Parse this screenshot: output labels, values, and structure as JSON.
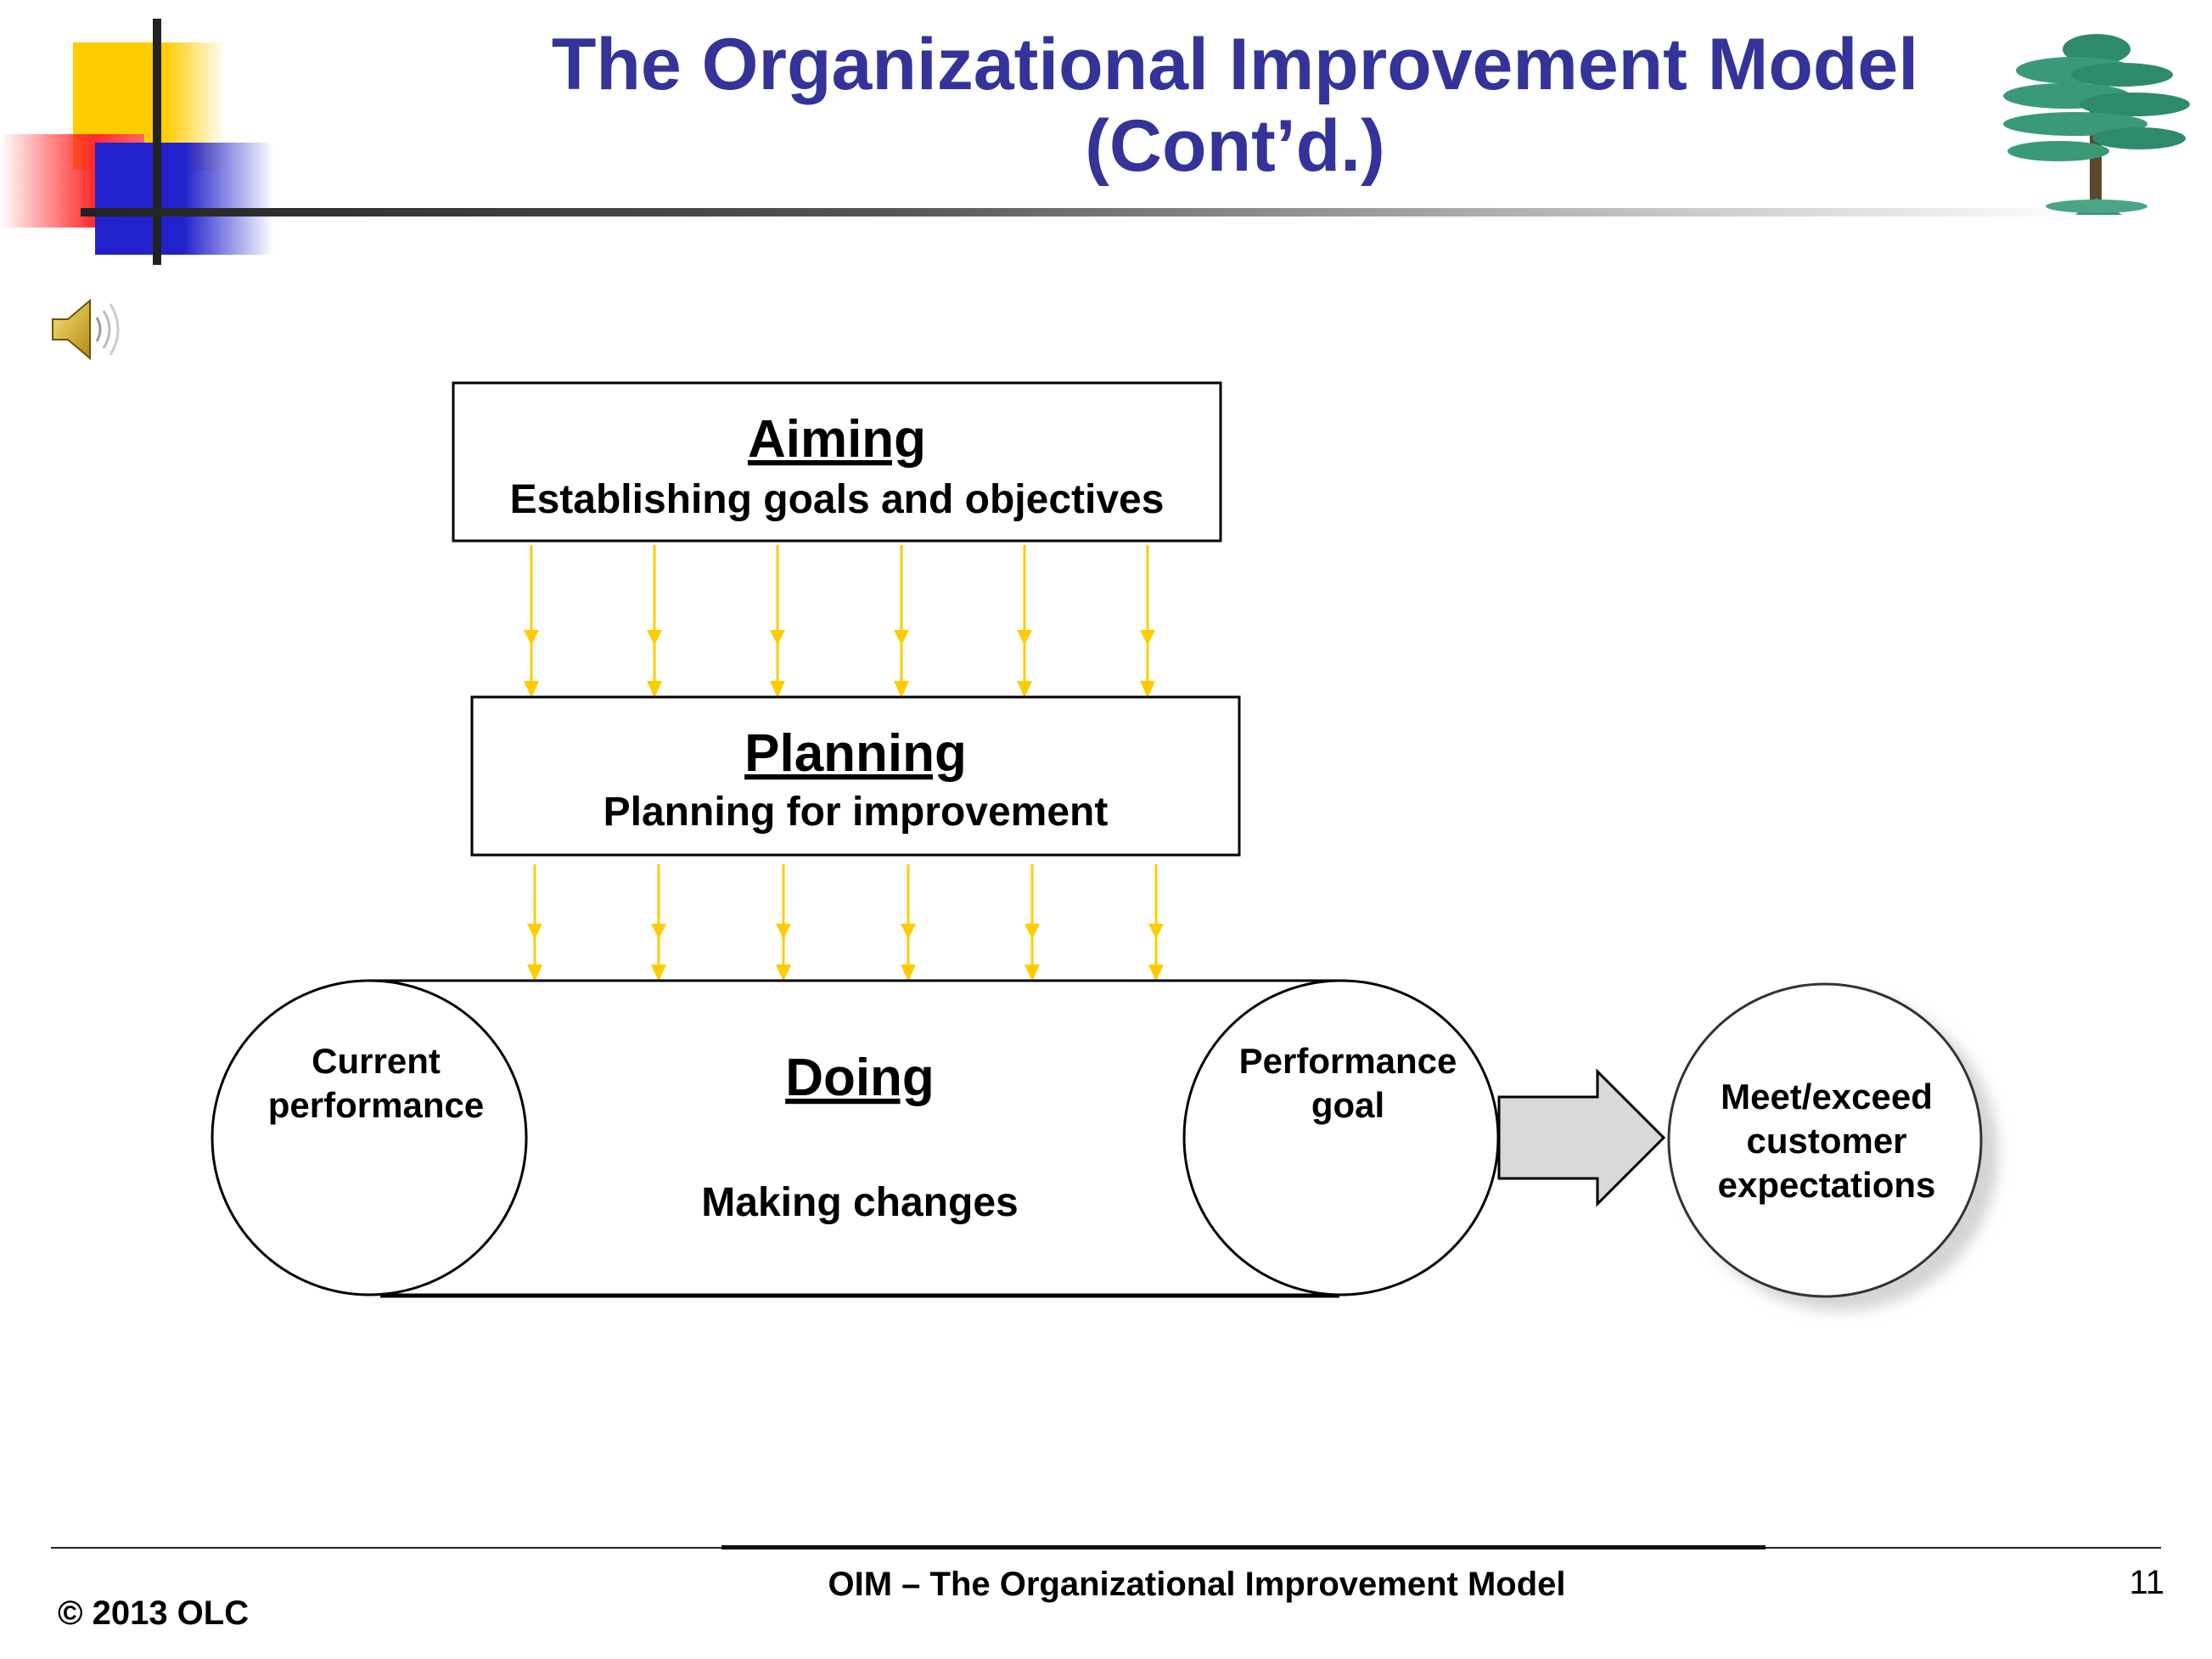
{
  "title": {
    "line1": "The Organizational Improvement Model",
    "line2": "(Cont’d.)"
  },
  "aiming": {
    "heading": "Aiming",
    "subtitle": "Establishing goals and objectives"
  },
  "planning": {
    "heading": "Planning",
    "subtitle": "Planning for improvement"
  },
  "doing": {
    "heading": "Doing",
    "subtitle": "Making changes"
  },
  "current_performance": {
    "line1": "Current",
    "line2": "performance"
  },
  "performance_goal": {
    "line1": "Performance",
    "line2": "goal"
  },
  "outcome": {
    "line1": "Meet/exceed",
    "line2": "customer",
    "line3": "expectations"
  },
  "footer": {
    "center": "OIM – The Organizational Improvement Model",
    "left": "© 2013 OLC",
    "page_number": "11"
  },
  "colors": {
    "title": "#333399",
    "arrow": "#ffcc00",
    "outline": "#000000",
    "block_arrow_fill": "#d9d9d9"
  }
}
